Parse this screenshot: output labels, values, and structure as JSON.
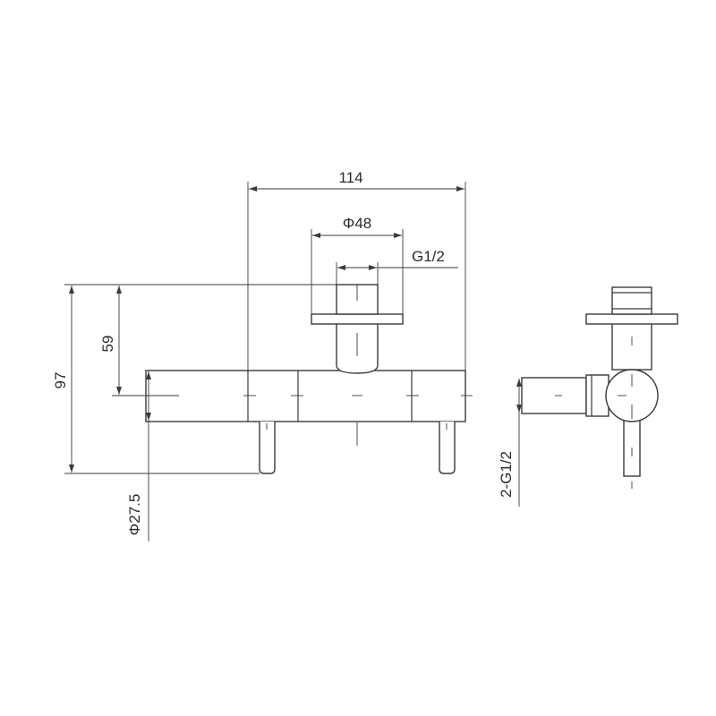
{
  "dimensions": {
    "overall_width": "114",
    "cap_diameter": "Φ48",
    "top_thread": "G1/2",
    "total_height": "97",
    "outlet_height": "59",
    "body_diameter": "Φ27.5",
    "side_thread": "2-G1/2"
  },
  "colors": {
    "line": "#3a3a3a",
    "background": "#ffffff"
  }
}
